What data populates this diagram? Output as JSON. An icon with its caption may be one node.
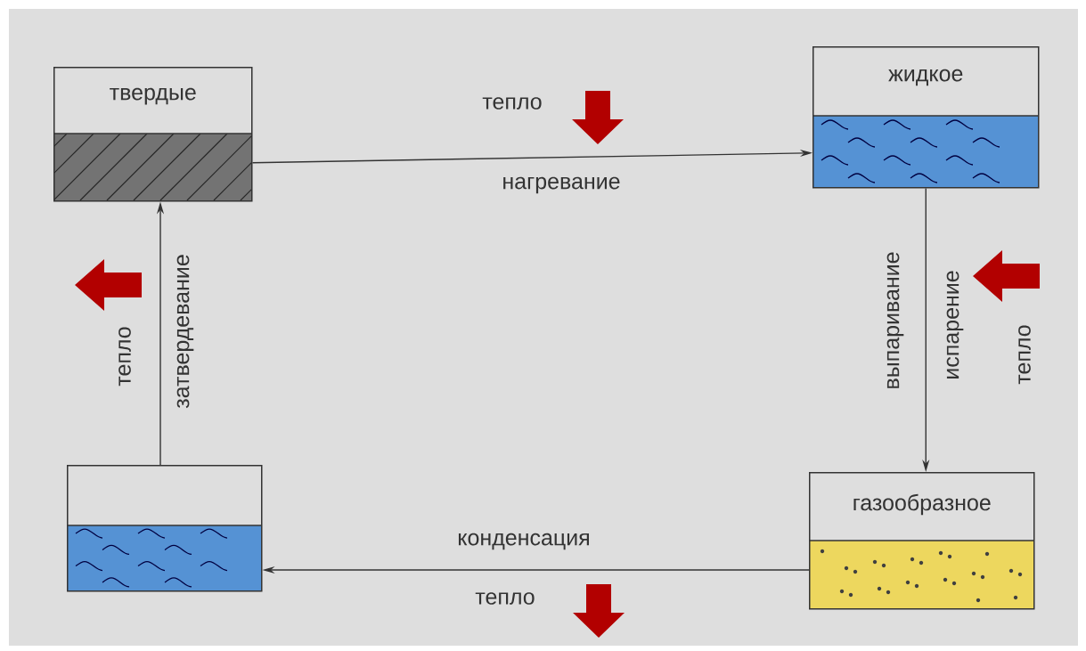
{
  "diagram": {
    "nodes": [
      {
        "text": [
          "твердые"
        ]
      },
      {
        "text": [
          "жидкое"
        ]
      },
      {
        "text": [
          "газообразное"
        ]
      },
      {
        "text": [],
        "shape": "box"
      }
    ],
    "edges": [
      {
        "from": 0,
        "to": 1,
        "arrow": "to",
        "label": "нагревание"
      },
      {
        "from": 1,
        "to": 2,
        "arrow": "to",
        "label": "выпаривание"
      },
      {
        "from": 2,
        "to": 3,
        "arrow": "to",
        "label": "конденсация"
      },
      {
        "from": 3,
        "to": 0,
        "arrow": "to",
        "label": "затвердевание"
      }
    ],
    "labels": [
      "тепло",
      "тепло",
      "испарение",
      "тепло",
      "тепло"
    ]
  }
}
